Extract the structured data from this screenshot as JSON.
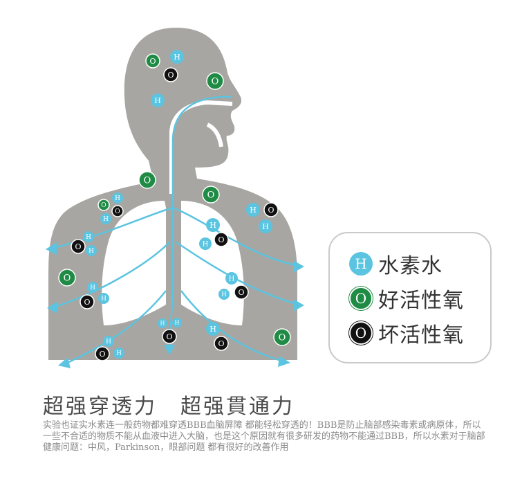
{
  "colors": {
    "body": "#a8a6a2",
    "lung": "#ffffff",
    "arrow": "#5bc4e0",
    "hydrogen": "#5bc4e0",
    "good_oxygen": "#1f8b45",
    "bad_oxygen": "#111111"
  },
  "legend": [
    {
      "symbol": "H",
      "kind": "hydrogen",
      "label": "水素水"
    },
    {
      "symbol": "O",
      "kind": "good_oxygen",
      "label": "好活性氧"
    },
    {
      "symbol": "O",
      "kind": "bad_oxygen",
      "label": "坏活性氧"
    }
  ],
  "headline": {
    "part1": "超强穿透力",
    "part2": "超强貫通力"
  },
  "body_text": "实验也证实水素连一般药物都难穿透BBB血脑屏障 都能轻松穿透的！BBB是防止脑部感染毒素或病原体，所以一些不合适的物质不能从血液中进入大脑，也是这个原因就有很多研发的药物不能通过BBB，所以水素对于脑部健康问题：中风，Parkinson，眼部问题 都有很好的改善作用",
  "molecule_symbols": {
    "hydrogen": "H",
    "oxygen": "O"
  }
}
